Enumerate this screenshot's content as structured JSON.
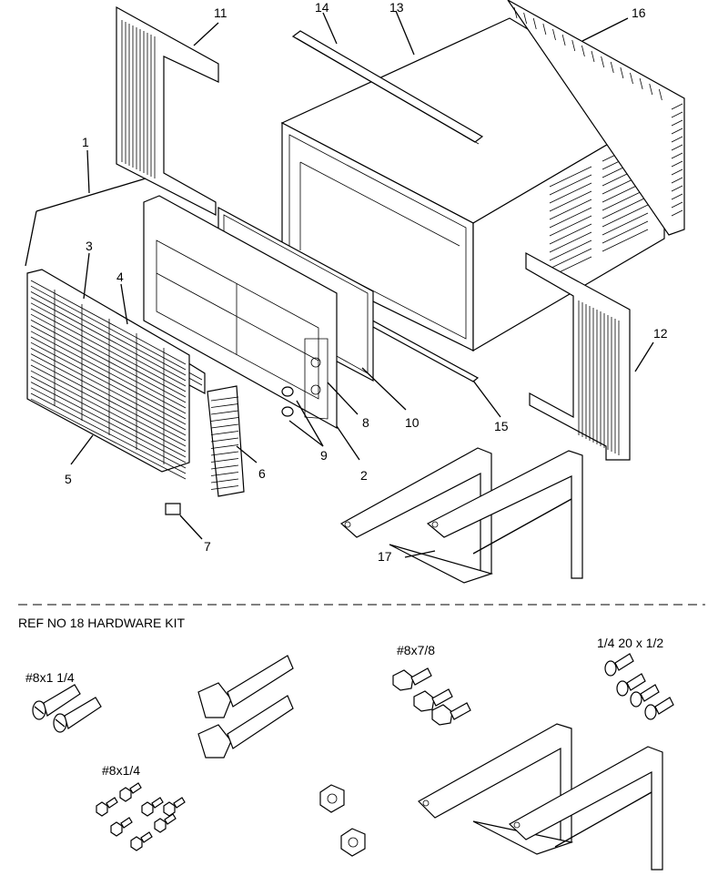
{
  "callouts": [
    "1",
    "2",
    "3",
    "4",
    "5",
    "6",
    "7",
    "8",
    "9",
    "10",
    "11",
    "12",
    "13",
    "14",
    "15",
    "16",
    "17"
  ],
  "hardware": {
    "title": "REF NO 18 HARDWARE KIT",
    "screw_8x1_1_4": "#8x1 1/4",
    "screw_8x7_8": "#8x7/8",
    "screw_1_4_20x1_2": "1/4 20 x 1/2",
    "screw_8x1_4": "#8x1/4"
  }
}
